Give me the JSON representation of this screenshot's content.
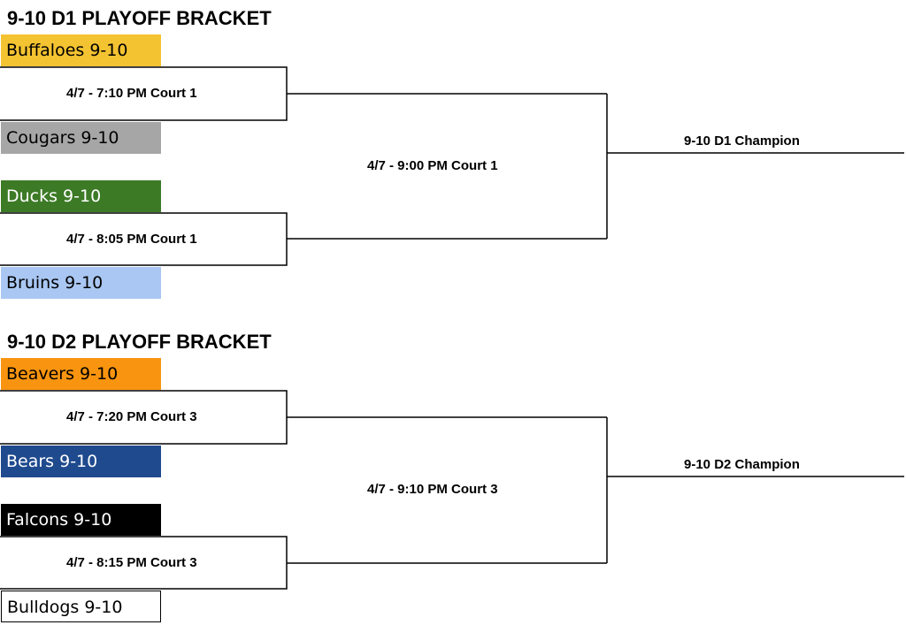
{
  "brackets": [
    {
      "title": "9-10 D1 PLAYOFF BRACKET",
      "teams": [
        {
          "name": "Buffaloes 9-10",
          "bg": "#f4c331",
          "fg": "#000000"
        },
        {
          "name": "Cougars 9-10",
          "bg": "#a6a6a6",
          "fg": "#000000"
        },
        {
          "name": "Ducks 9-10",
          "bg": "#3d7a26",
          "fg": "#ffffff"
        },
        {
          "name": "Bruins 9-10",
          "bg": "#a9c7f2",
          "fg": "#000000"
        }
      ],
      "games": [
        "4/7 - 7:10 PM Court 1",
        "4/7 - 8:05 PM Court 1"
      ],
      "final": "4/7 - 9:00 PM Court 1",
      "champion": "9-10 D1 Champion"
    },
    {
      "title": "9-10 D2 PLAYOFF BRACKET",
      "teams": [
        {
          "name": "Beavers 9-10",
          "bg": "#f8940f",
          "fg": "#000000"
        },
        {
          "name": "Bears 9-10",
          "bg": "#1f4a8e",
          "fg": "#ffffff"
        },
        {
          "name": "Falcons 9-10",
          "bg": "#000000",
          "fg": "#ffffff"
        },
        {
          "name": "Bulldogs 9-10",
          "bg": "#ffffff",
          "fg": "#000000"
        }
      ],
      "games": [
        "4/7 - 7:20 PM Court 3",
        "4/7 - 8:15 PM Court 3"
      ],
      "final": "4/7 - 9:10 PM Court 3",
      "champion": "9-10 D2 Champion"
    }
  ]
}
